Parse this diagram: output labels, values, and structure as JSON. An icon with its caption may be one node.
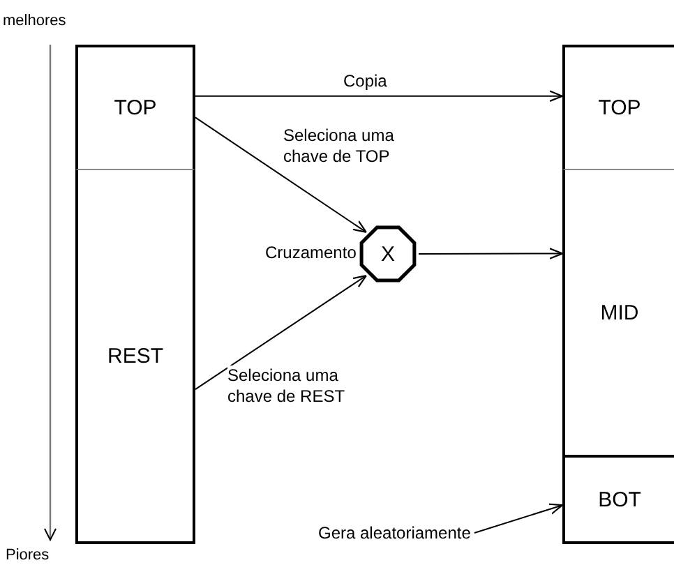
{
  "diagram": {
    "nodes": [
      {
        "text": [
          "TOP"
        ]
      },
      {
        "text": [
          "REST"
        ]
      },
      {
        "text": [
          "X"
        ],
        "beside": [
          "Cruzamento"
        ]
      },
      {
        "text": [
          "TOP"
        ]
      },
      {
        "text": [
          "MID"
        ]
      },
      {
        "text": [
          "BOT"
        ]
      },
      {
        "text": [
          "Gera aleatoriamente"
        ]
      }
    ],
    "edges": [
      {
        "from": 0,
        "to": 3,
        "arrow": "to",
        "label": "Copia"
      },
      {
        "from": 0,
        "to": 2,
        "arrow": "to",
        "label": "Seleciona uma chave de TOP"
      },
      {
        "from": 1,
        "to": 2,
        "arrow": "to",
        "label": "Seleciona uma chave de REST"
      },
      {
        "from": 2,
        "to": 4,
        "arrow": "to"
      },
      {
        "from": 6,
        "to": 5,
        "arrow": "to"
      }
    ],
    "labels": [
      "melhores",
      "Piores"
    ]
  }
}
